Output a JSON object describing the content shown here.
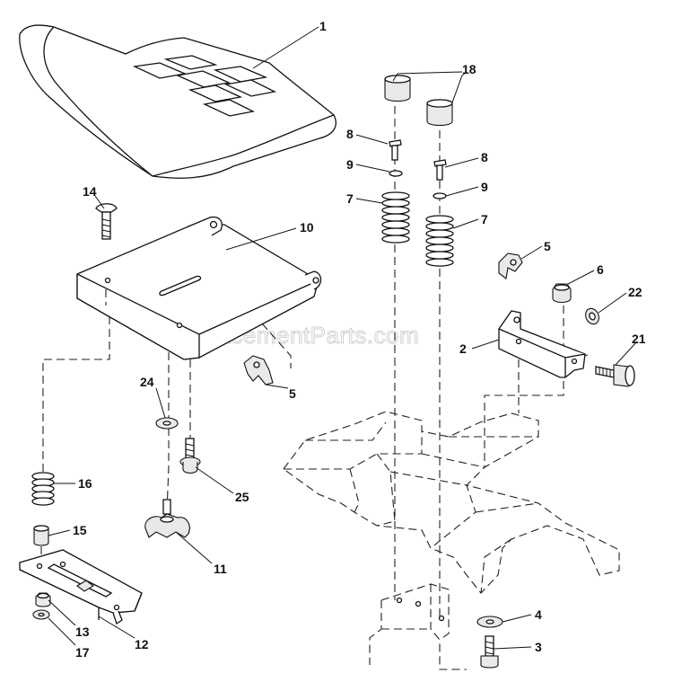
{
  "watermark": "eReplacementParts.com",
  "callouts": {
    "c1": "1",
    "c2": "2",
    "c3": "3",
    "c4": "4",
    "c5a": "5",
    "c5b": "5",
    "c6": "6",
    "c7a": "7",
    "c7b": "7",
    "c8a": "8",
    "c8b": "8",
    "c9a": "9",
    "c9b": "9",
    "c10": "10",
    "c11": "11",
    "c12": "12",
    "c13": "13",
    "c14": "14",
    "c15": "15",
    "c16": "16",
    "c17": "17",
    "c18": "18",
    "c21": "21",
    "c22": "22",
    "c24": "24",
    "c25": "25"
  }
}
